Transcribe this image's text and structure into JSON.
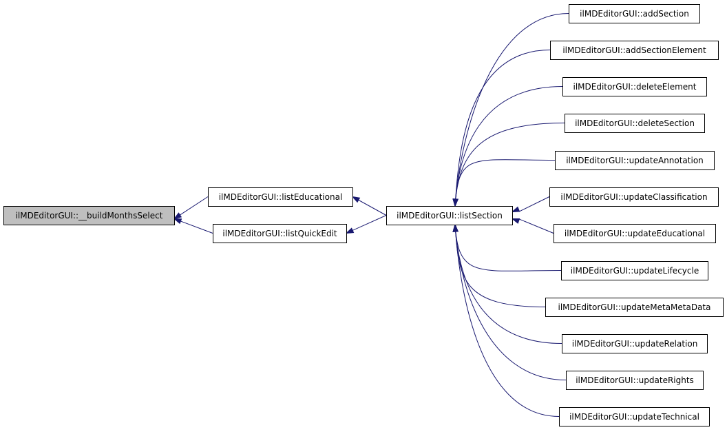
{
  "graph": {
    "root": {
      "id": "root",
      "label": "ilMDEditorGUI::__buildMonthsSelect"
    },
    "middle": [
      {
        "id": "listEducational",
        "label": "ilMDEditorGUI::listEducational"
      },
      {
        "id": "listQuickEdit",
        "label": "ilMDEditorGUI::listQuickEdit"
      }
    ],
    "hub": {
      "id": "listSection",
      "label": "ilMDEditorGUI::listSection"
    },
    "leaves": [
      {
        "id": "addSection",
        "label": "ilMDEditorGUI::addSection"
      },
      {
        "id": "addSectionElement",
        "label": "ilMDEditorGUI::addSectionElement"
      },
      {
        "id": "deleteElement",
        "label": "ilMDEditorGUI::deleteElement"
      },
      {
        "id": "deleteSection",
        "label": "ilMDEditorGUI::deleteSection"
      },
      {
        "id": "updateAnnotation",
        "label": "ilMDEditorGUI::updateAnnotation"
      },
      {
        "id": "updateClassification",
        "label": "ilMDEditorGUI::updateClassification"
      },
      {
        "id": "updateEducational",
        "label": "ilMDEditorGUI::updateEducational"
      },
      {
        "id": "updateLifecycle",
        "label": "ilMDEditorGUI::updateLifecycle"
      },
      {
        "id": "updateMetaMetaData",
        "label": "ilMDEditorGUI::updateMetaMetaData"
      },
      {
        "id": "updateRelation",
        "label": "ilMDEditorGUI::updateRelation"
      },
      {
        "id": "updateRights",
        "label": "ilMDEditorGUI::updateRights"
      },
      {
        "id": "updateTechnical",
        "label": "ilMDEditorGUI::updateTechnical"
      }
    ],
    "edges": [
      {
        "from": "listEducational",
        "to": "root"
      },
      {
        "from": "listQuickEdit",
        "to": "root"
      },
      {
        "from": "listSection",
        "to": "listEducational"
      },
      {
        "from": "listSection",
        "to": "listQuickEdit"
      },
      {
        "from": "addSection",
        "to": "listSection"
      },
      {
        "from": "addSectionElement",
        "to": "listSection"
      },
      {
        "from": "deleteElement",
        "to": "listSection"
      },
      {
        "from": "deleteSection",
        "to": "listSection"
      },
      {
        "from": "updateAnnotation",
        "to": "listSection"
      },
      {
        "from": "updateClassification",
        "to": "listSection"
      },
      {
        "from": "updateEducational",
        "to": "listSection"
      },
      {
        "from": "updateLifecycle",
        "to": "listSection"
      },
      {
        "from": "updateMetaMetaData",
        "to": "listSection"
      },
      {
        "from": "updateRelation",
        "to": "listSection"
      },
      {
        "from": "updateRights",
        "to": "listSection"
      },
      {
        "from": "updateTechnical",
        "to": "listSection"
      }
    ],
    "colors": {
      "edge": "#191970",
      "root_fill": "#bfbfbf",
      "node_fill": "#ffffff",
      "border": "#000000"
    }
  }
}
